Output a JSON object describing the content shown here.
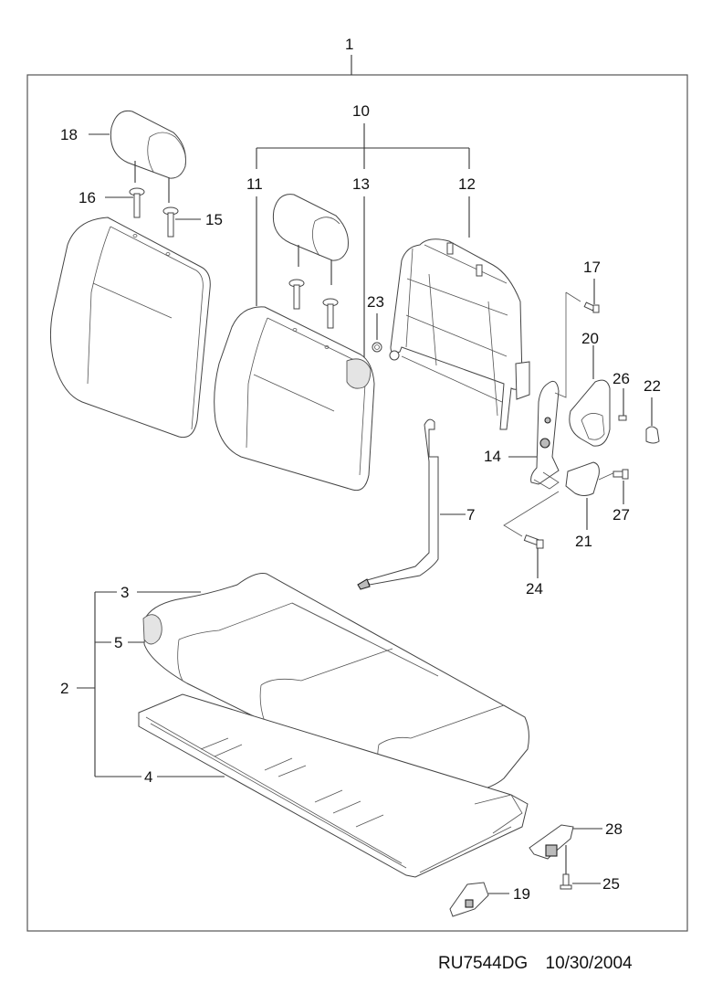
{
  "diagram": {
    "title": "Rear seat assembly exploded parts diagram",
    "callouts": [
      {
        "id": "1",
        "part": "seat-assembly"
      },
      {
        "id": "2",
        "part": "seat-cushion-assembly"
      },
      {
        "id": "3",
        "part": "seat-cushion-cover"
      },
      {
        "id": "4",
        "part": "seat-cushion-frame"
      },
      {
        "id": "5",
        "part": "seat-cushion-pad"
      },
      {
        "id": "7",
        "part": "seat-belt-strap"
      },
      {
        "id": "10",
        "part": "seat-back-assembly"
      },
      {
        "id": "11",
        "part": "seat-back-cover"
      },
      {
        "id": "12",
        "part": "seat-back-frame"
      },
      {
        "id": "13",
        "part": "seat-back-pad"
      },
      {
        "id": "14",
        "part": "recliner"
      },
      {
        "id": "15",
        "part": "headrest-guide-lock"
      },
      {
        "id": "16",
        "part": "headrest-guide"
      },
      {
        "id": "17",
        "part": "bolt"
      },
      {
        "id": "18",
        "part": "headrest"
      },
      {
        "id": "19",
        "part": "striker-bracket"
      },
      {
        "id": "20",
        "part": "recliner-cover"
      },
      {
        "id": "21",
        "part": "lever-handle"
      },
      {
        "id": "22",
        "part": "cap"
      },
      {
        "id": "23",
        "part": "bushing"
      },
      {
        "id": "24",
        "part": "bolt"
      },
      {
        "id": "25",
        "part": "bolt"
      },
      {
        "id": "26",
        "part": "screw"
      },
      {
        "id": "27",
        "part": "screw"
      },
      {
        "id": "28",
        "part": "hinge-bracket"
      }
    ]
  },
  "labels": {
    "l1": "1",
    "l2": "2",
    "l3": "3",
    "l4": "4",
    "l5": "5",
    "l7": "7",
    "l10": "10",
    "l11": "11",
    "l12": "12",
    "l13": "13",
    "l14": "14",
    "l15": "15",
    "l16": "16",
    "l17": "17",
    "l18": "18",
    "l19": "19",
    "l20": "20",
    "l21": "21",
    "l22": "22",
    "l23": "23",
    "l24": "24",
    "l25": "25",
    "l26": "26",
    "l27": "27",
    "l28": "28"
  },
  "footer": {
    "drawing_code": "RU7544DG",
    "date": "10/30/2004"
  }
}
